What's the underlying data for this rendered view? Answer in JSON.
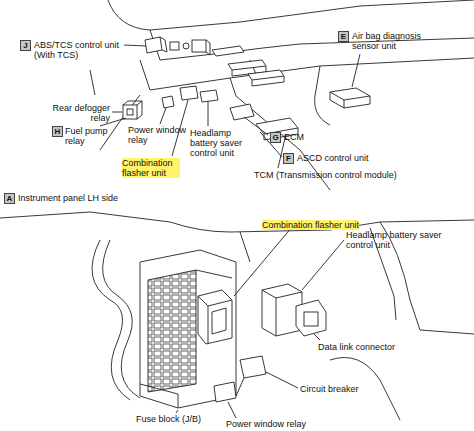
{
  "diagram": {
    "nodes": [
      {
        "text": [
          "J"
        ]
      },
      {
        "text": [
          "E"
        ]
      },
      {
        "text": [
          "H"
        ]
      },
      {
        "text": [
          "G"
        ]
      },
      {
        "text": [
          "F"
        ]
      },
      {
        "text": [
          "A"
        ]
      }
    ],
    "labels": [
      "ABS/TCS control unit (With TCS)",
      "Air bag diagnosis sensor unit",
      "Rear defogger relay",
      "Fuel pump relay",
      "Power window relay",
      "Headlamp battery saver control unit",
      "Combination flasher unit",
      "ECM",
      "ASCD control unit",
      "TCM (Transmission control module)",
      "Instrument panel LH side",
      "Combination flasher unit",
      "Headlamp battery saver control unit",
      "Data link connector",
      "Circuit breaker",
      "Fuse block (J/B)",
      "Power window relay"
    ]
  }
}
